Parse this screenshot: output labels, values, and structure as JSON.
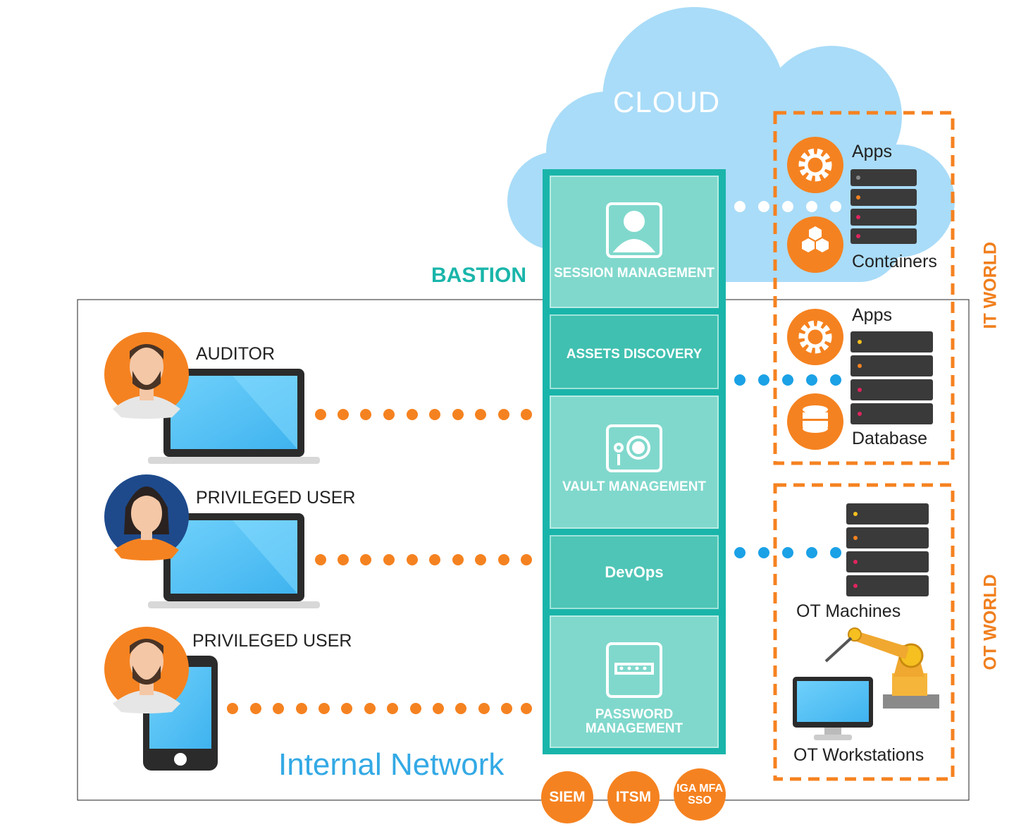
{
  "cloud": {
    "title": "CLOUD"
  },
  "bastion": {
    "title": "BASTION",
    "modules": [
      {
        "label": "SESSION MANAGEMENT",
        "icon": "user-screen-icon"
      },
      {
        "label": "ASSETS DISCOVERY"
      },
      {
        "label": "VAULT MANAGEMENT",
        "icon": "safe-icon"
      },
      {
        "label": "DevOps"
      },
      {
        "label": "PASSWORD MANAGEMENT",
        "icon": "password-icon"
      }
    ],
    "integrations": [
      "SIEM",
      "ITSM",
      "IGA MFA SSO"
    ]
  },
  "internal_network": {
    "label": "Internal Network",
    "users": [
      {
        "label": "AUDITOR",
        "device": "laptop"
      },
      {
        "label": "PRIVILEGED USER",
        "device": "laptop"
      },
      {
        "label": "PRIVILEGED USER",
        "device": "phone"
      }
    ]
  },
  "it_world": {
    "label": "IT WORLD",
    "cloud_resources": {
      "apps": "Apps",
      "containers": "Containers"
    },
    "onprem_resources": {
      "apps": "Apps",
      "database": "Database"
    }
  },
  "ot_world": {
    "label": "OT WORLD",
    "machines": "OT Machines",
    "workstations": "OT Workstations"
  },
  "colors": {
    "orange": "#f58220",
    "teal": "#1ab5aa",
    "panel_light": "#80d8cc",
    "panel_dark": "#4ec5b6",
    "cloud": "#a9dcf8",
    "screen": "#5bc4f5",
    "dots_blue": "#1ba1e6"
  }
}
